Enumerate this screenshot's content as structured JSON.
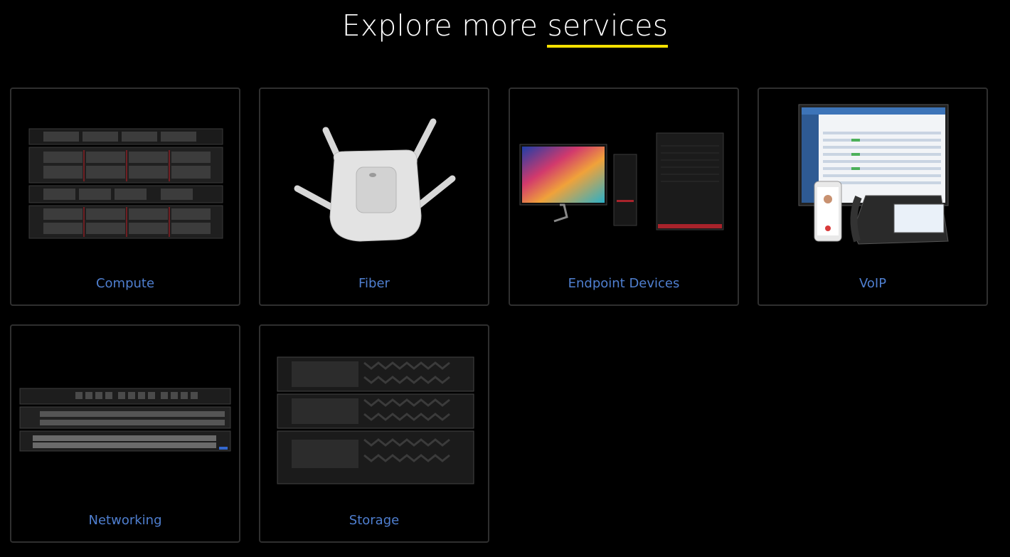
{
  "page": {
    "title_part1": "Explore more ",
    "title_highlight": "services",
    "accent_color": "#f5e000",
    "link_color": "#4f7fd0"
  },
  "cards": [
    {
      "label": "Compute",
      "icon": "rack-server-icon"
    },
    {
      "label": "Fiber",
      "icon": "wireless-access-point-icon"
    },
    {
      "label": "Endpoint Devices",
      "icon": "monitor-and-workstations-icon"
    },
    {
      "label": "VoIP",
      "icon": "voip-phone-and-screen-icon"
    },
    {
      "label": "Networking",
      "icon": "network-switch-icon"
    },
    {
      "label": "Storage",
      "icon": "storage-array-icon"
    }
  ]
}
